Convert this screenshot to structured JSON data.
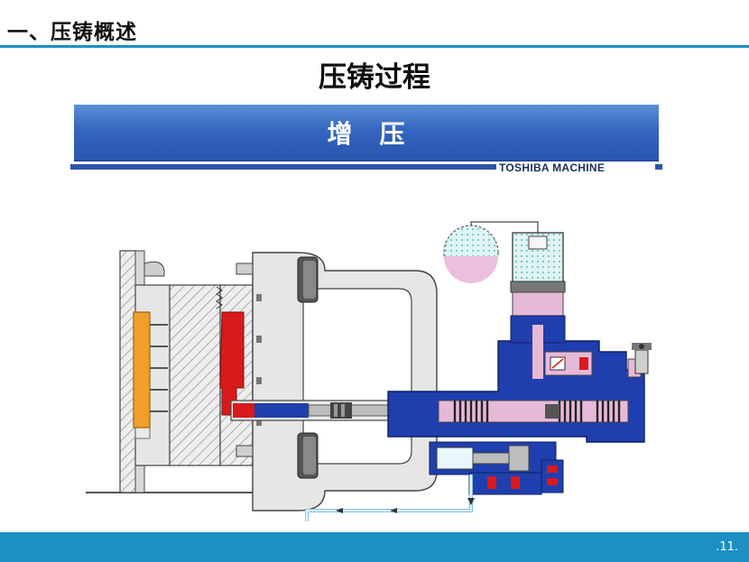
{
  "header": {
    "section_title": "一、压铸概述",
    "slide_title": "压铸过程"
  },
  "banner": {
    "label": "增　压",
    "brand": "TOSHIBA MACHINE"
  },
  "footer": {
    "page_number": ".11."
  },
  "colors": {
    "accent": "#1c8fc4",
    "banner_blue": "#3566bf",
    "hydraulic_blue": "#1f3fae",
    "metal_red": "#d91a1a",
    "mold_orange": "#f0a02a",
    "pressure_pink": "#e7b9d9"
  }
}
